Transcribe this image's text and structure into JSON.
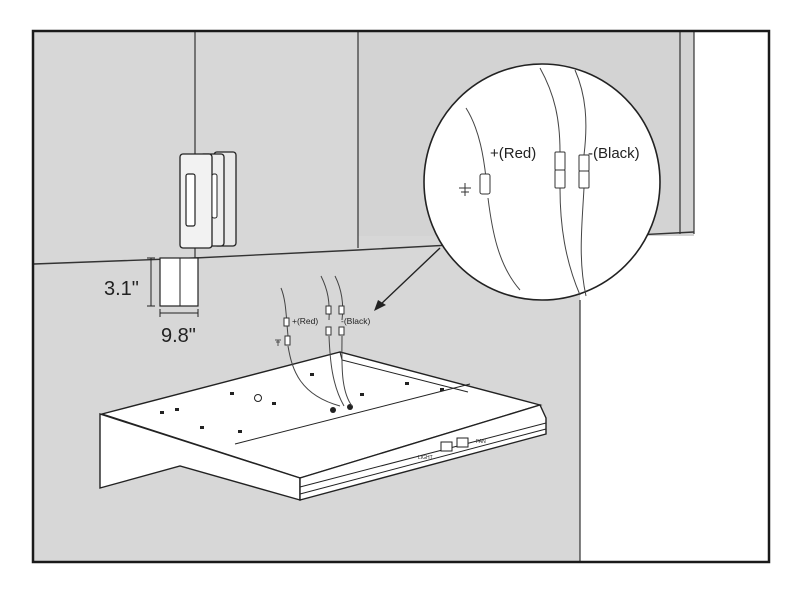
{
  "colors": {
    "wall": "#d7d7d7",
    "wall_shadow": "#c9c9c9",
    "white": "#ffffff",
    "line": "#222222",
    "frame": "#1a1a1a"
  },
  "icons": {
    "ground": "ground-symbol-icon"
  },
  "labels": {
    "cutout_height": "3.1\"",
    "cutout_width": "9.8\"",
    "wire_red_small": "+(Red)",
    "wire_black_small": "-(Black)",
    "wire_red_zoom": "+(Red)",
    "wire_black_zoom": "-(Black)",
    "light_button": "LIGHT",
    "fan_button": "FAN"
  }
}
